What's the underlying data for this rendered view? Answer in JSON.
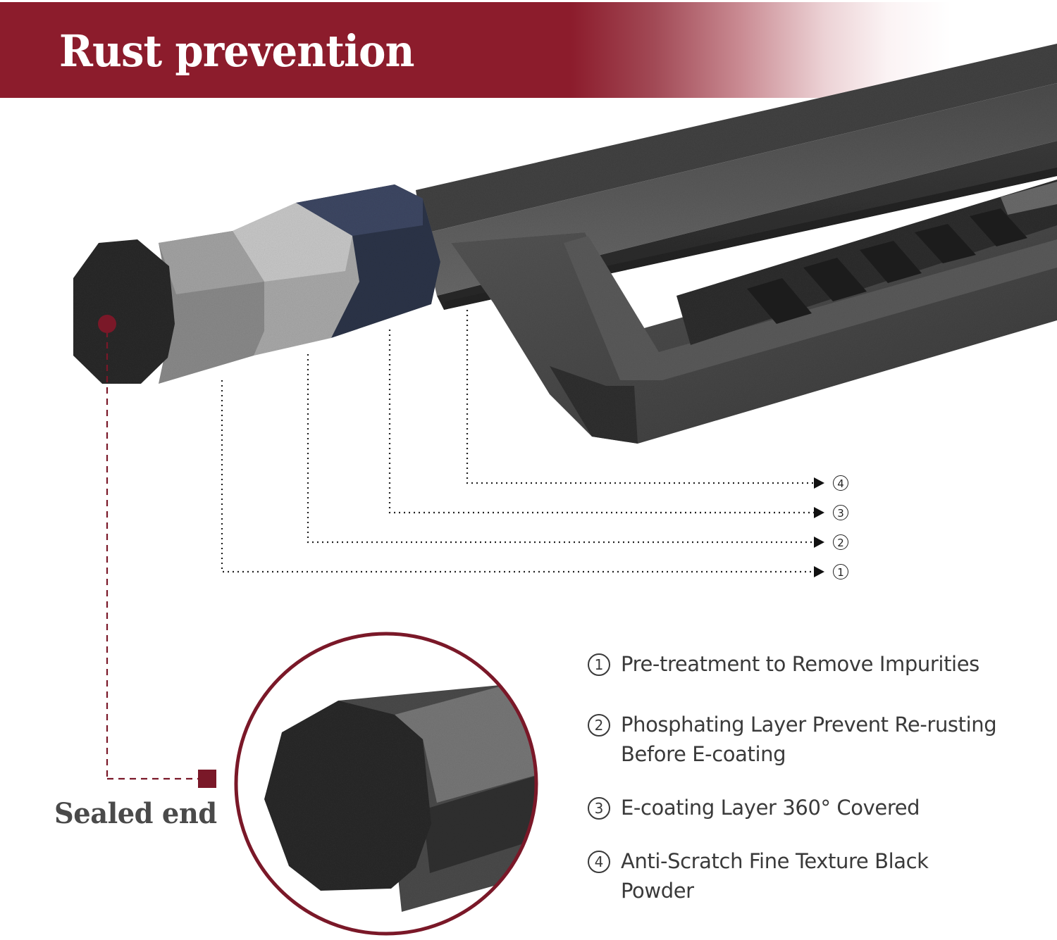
{
  "header": {
    "title": "Rust prevention",
    "banner_color": "#8c1c2c"
  },
  "diagram": {
    "callouts": [
      {
        "id": "4",
        "label": "④"
      },
      {
        "id": "3",
        "label": "③"
      },
      {
        "id": "2",
        "label": "②"
      },
      {
        "id": "1",
        "label": "①"
      }
    ],
    "sealed_end": {
      "label": "Sealed end",
      "marker_color": "#7a1828"
    },
    "layer_colors": {
      "end_cap": "#2a2a2a",
      "pretreatment": "#8a8a8a",
      "phosphating": "#b4b4b4",
      "e_coating": "#2c3448",
      "powder": "#3c3c3c"
    }
  },
  "legend": {
    "items": [
      {
        "num": "1",
        "text": "Pre-treatment to Remove Impurities"
      },
      {
        "num": "2",
        "text": "Phosphating Layer Prevent Re-rusting Before E-coating"
      },
      {
        "num": "3",
        "text": "E-coating Layer 360° Covered"
      },
      {
        "num": "4",
        "text": "Anti-Scratch Fine Texture Black Powder"
      }
    ]
  },
  "inset": {
    "ring_color": "#7a1828",
    "subject": "sealed octagonal tube end"
  }
}
